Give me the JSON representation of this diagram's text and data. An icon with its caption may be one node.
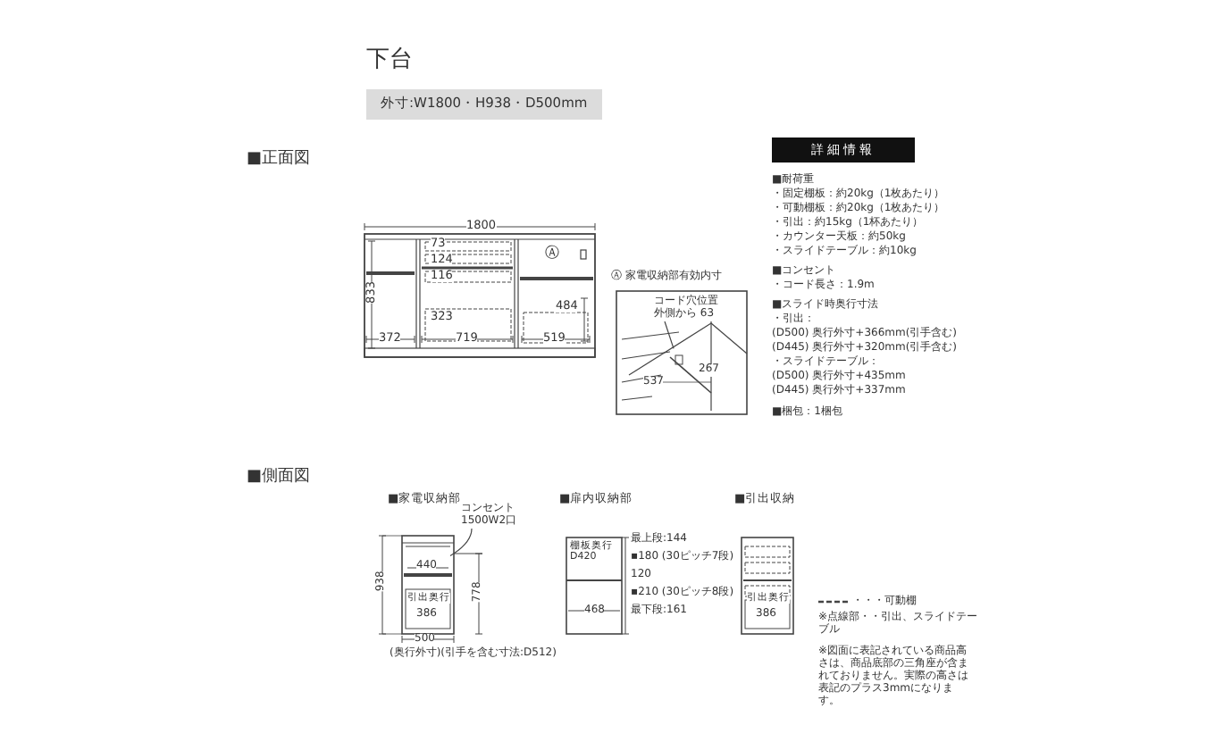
{
  "diagram": {
    "title": "下台",
    "nodes": [
      {
        "text": [
          "外寸:W1800・H938・D500mm"
        ]
      },
      {
        "text": [
          "詳細情報"
        ]
      },
      {
        "text": [
          "コンセント 1500W2口"
        ]
      },
      {
        "text": [
          "コード穴位置外側から 63"
        ]
      }
    ],
    "edges": [
      {
        "from": 2,
        "to": null,
        "arrow": "none"
      },
      {
        "from": 3,
        "to": null,
        "arrow": "none"
      }
    ],
    "labels": [
      "■正面図",
      "1800",
      "73",
      "124",
      "116",
      "323",
      "Ⓐ",
      "484",
      "833",
      "372",
      "719",
      "519",
      "Ⓐ 家電収納部有効内寸",
      "267",
      "537",
      "■耐荷重",
      "・固定棚板：約20kg（1枚あたり）",
      "・可動棚板：約20kg（1枚あたり）",
      "・引出：約15kg（1杯あたり）",
      "・カウンター天板：約50kg",
      "・スライドテーブル：約10kg",
      "■コンセント",
      "・コード長さ：1.9m",
      "■スライド時奥行寸法",
      "・引出：",
      "(D500) 奥行外寸+366mm(引手含む)",
      "(D445) 奥行外寸+320mm(引手含む)",
      "・スライドテーブル：",
      "(D500) 奥行外寸+435mm",
      "(D445) 奥行外寸+337mm",
      "■梱包：1梱包",
      "■側面図",
      "■家電収納部",
      "■扉内収納部",
      "■引出収納",
      "938",
      "440",
      "778",
      "引出奥行",
      "386",
      "500",
      "(奥行外寸)(引手を含む寸法:D512)",
      "棚板奥行 D420",
      "最上段:144",
      "▪180 (30ピッチ7段)",
      "120",
      "▪210 (30ピッチ8段)",
      "468",
      "最下段:161",
      "引出奥行",
      "386",
      "※点線部・・引出、スライドテーブル",
      "※図面に表記されている商品高さは、商品底部の三角座が含まれておりません。実際の高さは表記のプラス3mmになります。"
    ],
    "legend": [
      {
        "text": "・・・可動棚"
      }
    ]
  }
}
